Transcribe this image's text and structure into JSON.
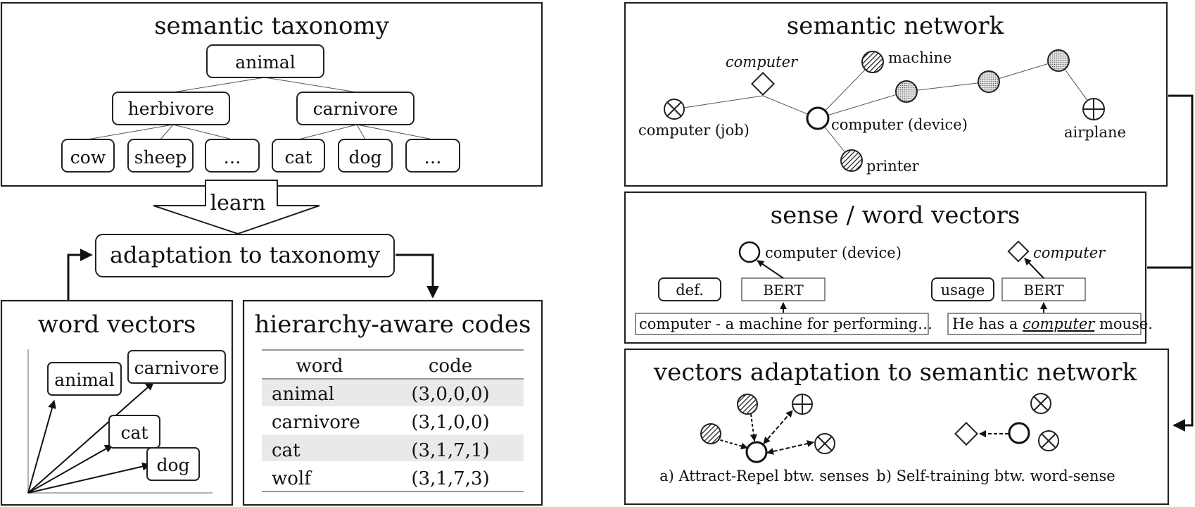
{
  "taxonomy": {
    "title": "semantic taxonomy",
    "root": "animal",
    "mid": [
      "herbivore",
      "carnivore"
    ],
    "leaves": [
      "cow",
      "sheep",
      "…",
      "cat",
      "dog",
      "…"
    ]
  },
  "learn_label": "learn",
  "adaptation_label": "adaptation to taxonomy",
  "word_vectors": {
    "title": "word vectors",
    "labels": [
      "animal",
      "carnivore",
      "cat",
      "dog"
    ]
  },
  "codes": {
    "title": "hierarchy-aware codes",
    "headers": [
      "word",
      "code"
    ],
    "rows": [
      [
        "animal",
        "(3,0,0,0)"
      ],
      [
        "carnivore",
        "(3,1,0,0)"
      ],
      [
        "cat",
        "(3,1,7,1)"
      ],
      [
        "wolf",
        "(3,1,7,3)"
      ]
    ]
  },
  "network": {
    "title": "semantic network",
    "labels": {
      "computer_italic": "computer",
      "machine": "machine",
      "computer_job": "computer (job)",
      "computer_device": "computer (device)",
      "printer": "printer",
      "airplane": "airplane"
    }
  },
  "sense_vectors": {
    "title": "sense / word vectors",
    "device_label": "computer (device)",
    "computer_italic": "computer",
    "def_label": "def.",
    "usage_label": "usage",
    "bert": "BERT",
    "definition_text": "computer - a machine for performing…",
    "usage_before": "He has a ",
    "usage_word": "computer",
    "usage_after": " mouse."
  },
  "adaptation": {
    "title": "vectors adaptation to semantic network",
    "caption_a": "a) Attract-Repel btw. senses",
    "caption_b": "b) Self-training btw. word-sense"
  },
  "colors": {
    "border": "#222222",
    "table_row_shade": "#e9e9e9",
    "text": "#111111"
  }
}
